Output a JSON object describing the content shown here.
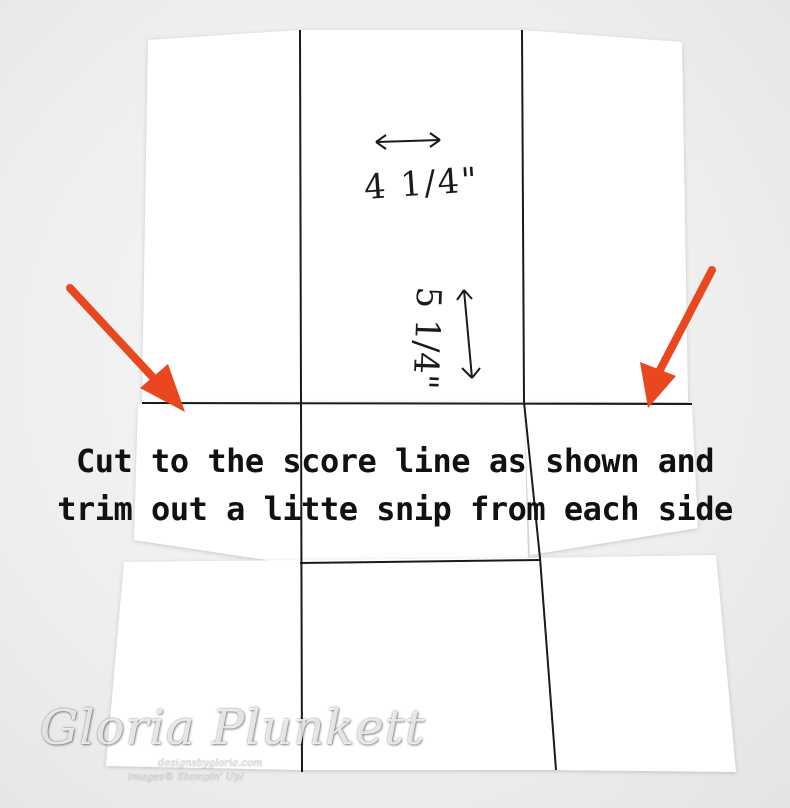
{
  "caption": {
    "line1": "Cut to the score line as shown and",
    "line2": "trim out a litte snip from each side"
  },
  "annotations": {
    "width_measure": "4 1/4\"",
    "height_measure": "5 1/4\""
  },
  "watermark": {
    "name": "Gloria Plunkett",
    "site": "designsbygloria.com",
    "credit": "images© Stampin' Up!"
  },
  "colors": {
    "arrow": "#e8471f",
    "paper": "#ffffff",
    "score_line": "#1a1a1a"
  }
}
